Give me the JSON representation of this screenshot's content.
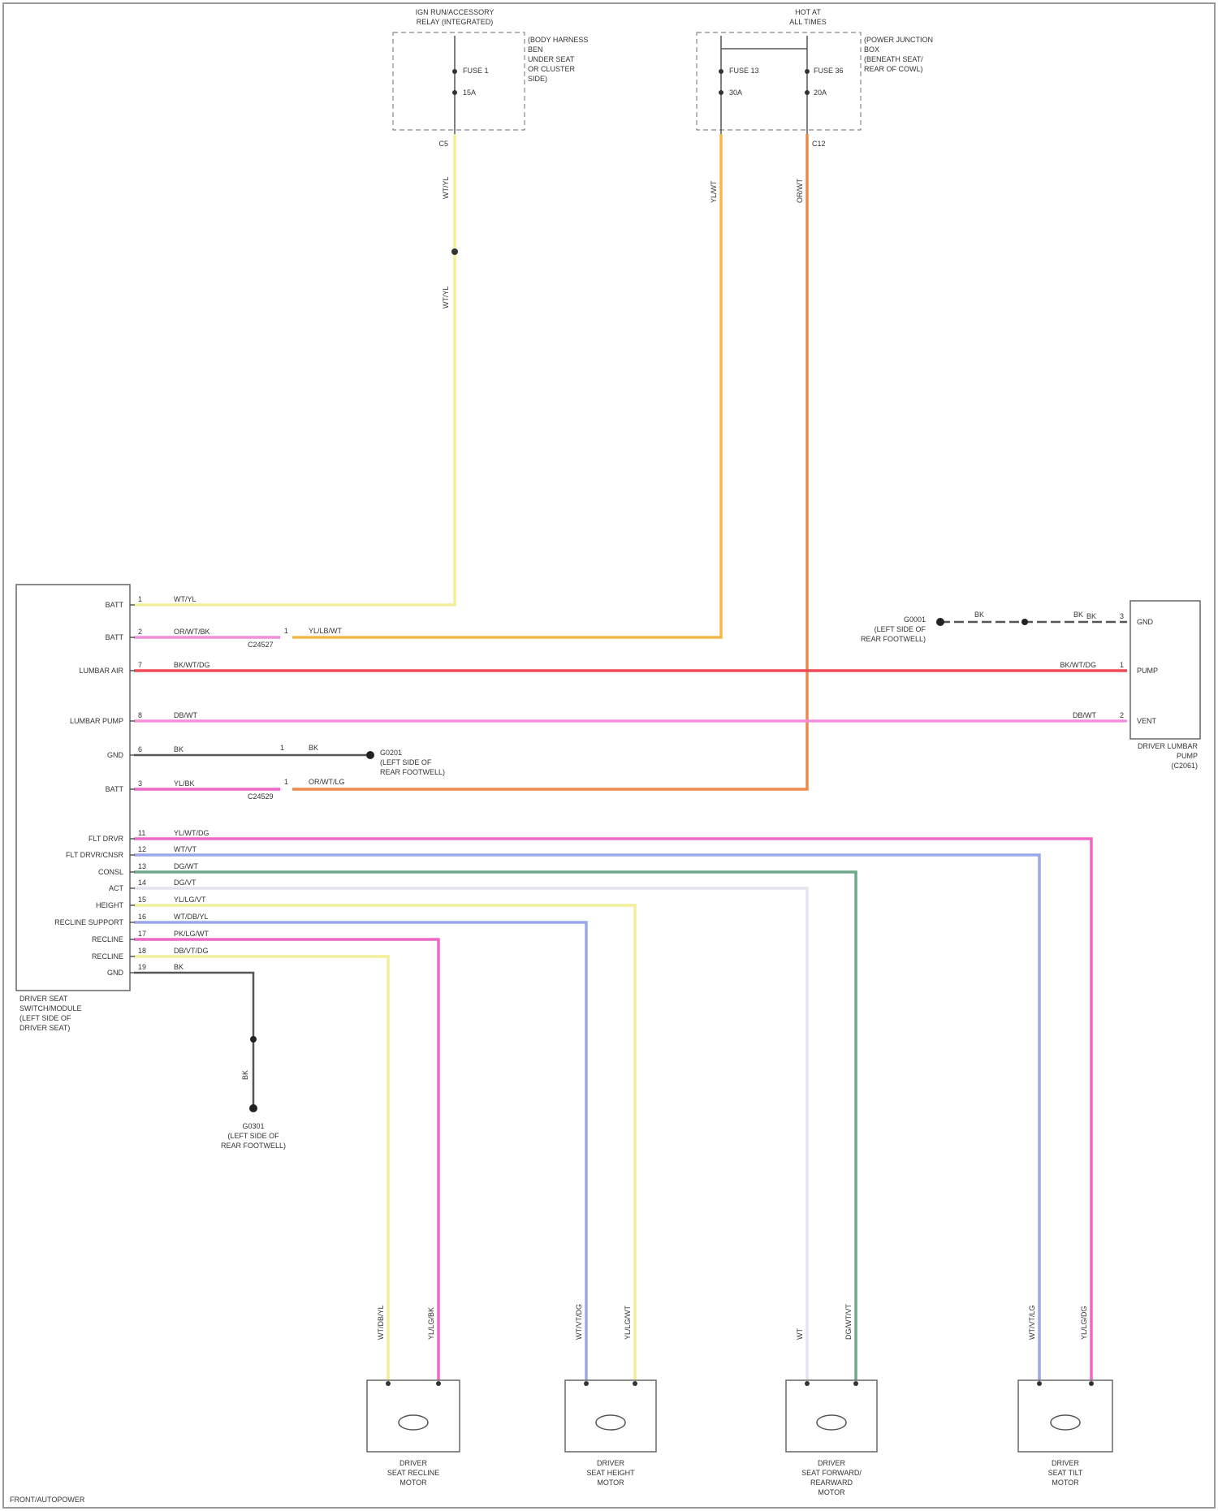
{
  "fuse_blocks": {
    "left": {
      "title": [
        "IGN RUN/ACCESSORY",
        "RELAY (INTEGRATED)"
      ],
      "fuse_label": "FUSE 1",
      "amp_label": "15A",
      "note": [
        "(BODY HARNESS",
        "BEN",
        "UNDER SEAT",
        "OR CLUSTER",
        "SIDE)"
      ],
      "pin": "C5",
      "wire_top": "WT/YL",
      "wire_bottom": "WT/YL"
    },
    "right": {
      "title": [
        "HOT AT",
        "ALL TIMES"
      ],
      "fuse_left_label": "FUSE 13",
      "fuse_left_amp": "30A",
      "fuse_right_label": "FUSE 36",
      "fuse_right_amp": "20A",
      "note": [
        "(POWER JUNCTION",
        "BOX",
        "(BENEATH SEAT/",
        "REAR OF COWL)"
      ],
      "wire_left": "YL/WT",
      "wire_right": "OR/WT",
      "pin": "C12"
    }
  },
  "seat_module": {
    "label": [
      "DRIVER SEAT",
      "SWITCH/MODULE",
      "(LEFT SIDE OF",
      "DRIVER SEAT)"
    ],
    "pins": [
      {
        "name": "BATT",
        "num": "1",
        "wire": "WT/YL"
      },
      {
        "name": "BATT",
        "num": "2",
        "wire": "OR/WT/BK"
      },
      {
        "name": "LUMBAR AIR",
        "num": "7",
        "wire": "BK/WT/DG"
      },
      {
        "name": "LUMBAR PUMP",
        "num": "8",
        "wire": "DB/WT"
      },
      {
        "name": "GND",
        "num": "6",
        "wire": "BK"
      },
      {
        "name": "BATT",
        "num": "3",
        "wire": "YL/BK"
      },
      {
        "name": "FLT DRVR",
        "num": "11",
        "wire": "YL/WT/DG"
      },
      {
        "name": "FLT DRVR/CNSR",
        "num": "12",
        "wire": "WT/VT"
      },
      {
        "name": "CONSL",
        "num": "13",
        "wire": "DG/WT"
      },
      {
        "name": "ACT",
        "num": "14",
        "wire": "DG/VT"
      },
      {
        "name": "HEIGHT",
        "num": "15",
        "wire": "YL/LG/VT"
      },
      {
        "name": "RECLINE SUPPORT",
        "num": "16",
        "wire": "WT/DB/YL"
      },
      {
        "name": "RECLINE",
        "num": "17",
        "wire": "PK/LG/WT"
      },
      {
        "name": "RECLINE",
        "num": "18",
        "wire": "DB/VT/DG"
      },
      {
        "name": "GND",
        "num": "19",
        "wire": "BK"
      }
    ]
  },
  "splices": {
    "batt2": {
      "num": "1",
      "wire": "YL/LB/WT",
      "code": "C24527"
    },
    "gnd": {
      "num": "1",
      "wire": "BK"
    },
    "batt3": {
      "num": "1",
      "wire": "OR/WT/LG",
      "code": "C24529"
    }
  },
  "grounds": {
    "top_right": {
      "label": [
        "G0001",
        "(LEFT SIDE OF",
        "REAR FOOTWELL)"
      ]
    },
    "middle": {
      "label": [
        "G0201",
        "(LEFT SIDE OF",
        "REAR FOOTWELL)"
      ]
    },
    "bottom": {
      "label": [
        "G0301",
        "(LEFT SIDE OF",
        "REAR FOOTWELL)"
      ]
    }
  },
  "lumbar_pump": {
    "label": [
      "DRIVER LUMBAR",
      "PUMP",
      "(C2061)"
    ],
    "pins": [
      {
        "name": "GND",
        "num": "3",
        "wire": "BK"
      },
      {
        "name": "PUMP",
        "num": "1",
        "wire": "BK/WT/DG"
      },
      {
        "name": "VENT",
        "num": "2",
        "wire": "DB/WT"
      }
    ],
    "gnd_wire_left": "BK",
    "gnd_wire_right": "BK"
  },
  "ground_wire": "BK",
  "motors": [
    {
      "label": [
        "DRIVER",
        "SEAT RECLINE",
        "MOTOR"
      ],
      "wire_left": "WT/DB/YL",
      "wire_right": "YL/LG/BK"
    },
    {
      "label": [
        "DRIVER",
        "SEAT HEIGHT",
        "MOTOR"
      ],
      "wire_left": "WT/VT/DG",
      "wire_right": "YL/LG/WT"
    },
    {
      "label": [
        "DRIVER",
        "SEAT FORWARD/",
        "REARWARD",
        "MOTOR"
      ],
      "wire_left": "WT",
      "wire_right": "DG/WT/VT"
    },
    {
      "label": [
        "DRIVER",
        "SEAT TILT",
        "MOTOR"
      ],
      "wire_left": "WT/VT/LG",
      "wire_right": "YL/LG/DG"
    }
  ],
  "footer": "FRONT/AUTOPOWER",
  "colors": {
    "yellow": "#f2ef9a",
    "orange": "#f5b74a",
    "dark_orange": "#ee8a4e",
    "red": "#ee4a58",
    "pink": "#f48fd8",
    "magenta": "#ee68c7",
    "blue": "#9aa8ea",
    "green": "#6ea88a",
    "light": "#e4e4ee",
    "gray": "#555555"
  }
}
